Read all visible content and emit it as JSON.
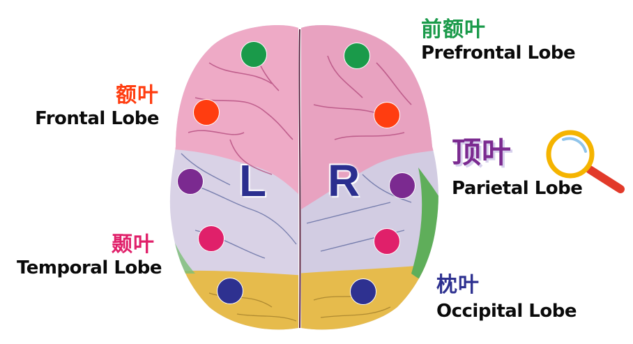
{
  "diagram": {
    "type": "brain-lobes-top-view",
    "hemispheres": {
      "left": "L",
      "right": "R"
    },
    "lobes": [
      {
        "id": "prefrontal",
        "zh": "前额叶",
        "en": "Prefrontal Lobe",
        "color": "#1a9a4a"
      },
      {
        "id": "frontal",
        "zh": "额叶",
        "en": "Frontal Lobe",
        "color": "#ff3d10"
      },
      {
        "id": "parietal",
        "zh": "顶叶",
        "en": "Parietal Lobe",
        "color": "#7b2a90"
      },
      {
        "id": "temporal",
        "zh": "颞叶",
        "en": "Temporal Lobe",
        "color": "#e0206a"
      },
      {
        "id": "occipital",
        "zh": "枕叶",
        "en": "Occipital Lobe",
        "color": "#2e3190"
      }
    ],
    "region_colors": {
      "frontal_area": "#eeaac4",
      "parietal_area": "#d8d0e4",
      "occipital_area": "#e6b84a",
      "temporal_edge": "#5fae5a"
    },
    "icons": {
      "magnifier": {
        "name": "magnifying-glass-icon",
        "ring": "#f5b400",
        "glare": "#8fc4ea",
        "handle": "#e23a2a"
      }
    }
  }
}
